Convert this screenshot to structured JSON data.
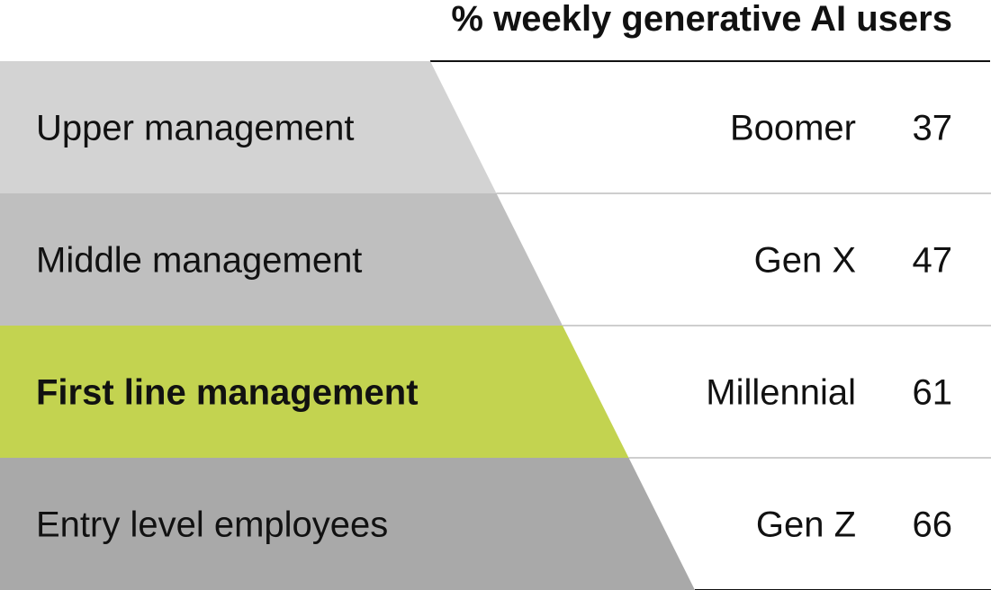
{
  "chart_data": {
    "type": "table",
    "title": "% weekly generative AI users",
    "rows": [
      {
        "level": "Upper management",
        "generation": "Boomer",
        "value": 37,
        "color": "#d3d3d3",
        "highlight": false
      },
      {
        "level": "Middle management",
        "generation": "Gen X",
        "value": 47,
        "color": "#bfbfbf",
        "highlight": false
      },
      {
        "level": "First line management",
        "generation": "Millennial",
        "value": 61,
        "color": "#c3d350",
        "highlight": true
      },
      {
        "level": "Entry level employees",
        "generation": "Gen Z",
        "value": 66,
        "color": "#a9a9a9",
        "highlight": false
      }
    ]
  }
}
